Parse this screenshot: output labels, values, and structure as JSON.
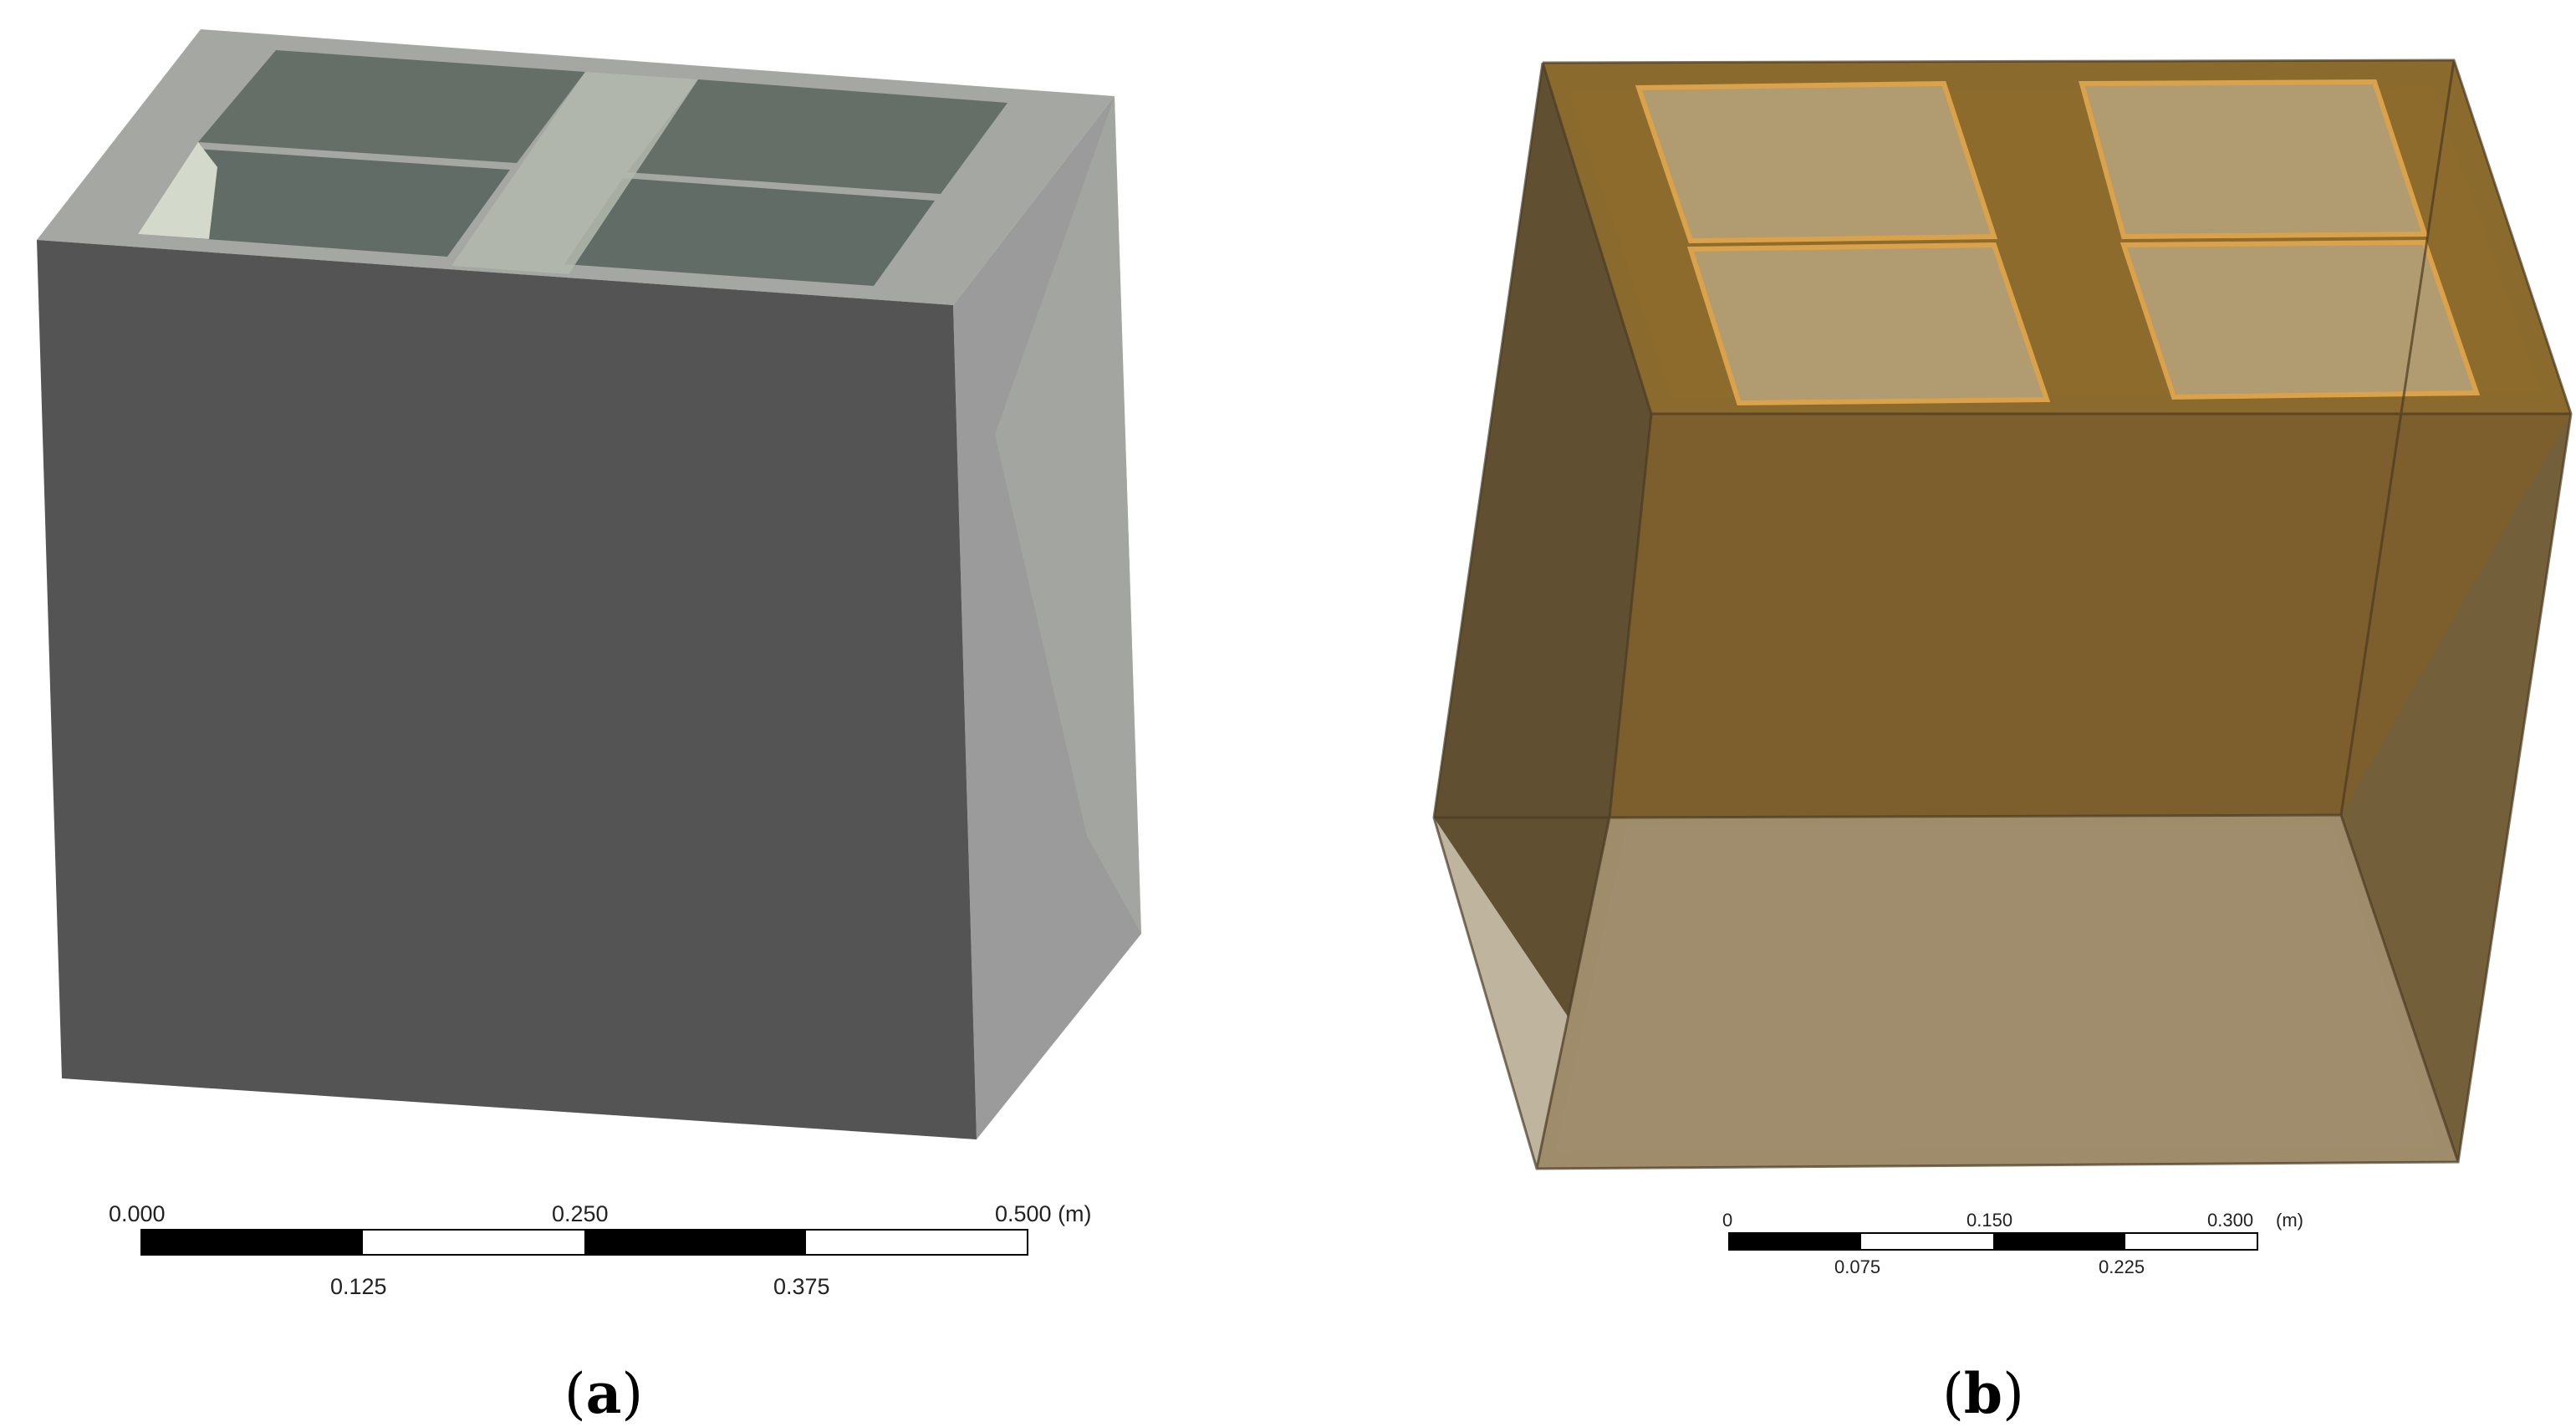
{
  "panels": [
    {
      "id": "a",
      "caption_open": "(",
      "caption_letter": "a",
      "caption_close": ")",
      "scale_bar": {
        "top_labels": [
          "0.000",
          "0.250",
          "0.500 (m)"
        ],
        "bottom_labels": [
          "0.125",
          "0.375"
        ]
      },
      "colors": {
        "front_face": "#545454",
        "side_face": "#9c9c9c",
        "top_rim": "#a4a7a2",
        "openings": "#66706a"
      }
    },
    {
      "id": "b",
      "caption_open": "(",
      "caption_letter": "b",
      "caption_close": ")",
      "scale_bar": {
        "top_labels": [
          "0",
          "0.150",
          "0.300",
          "(m)"
        ],
        "bottom_labels": [
          "0.075",
          "0.225"
        ]
      },
      "colors": {
        "back_wall": "#7e5f2e",
        "left_wall": "#5e4b2c",
        "right_wall": "#6e5631",
        "floor": "#a18e6c",
        "top_frame": "#8a6a2e",
        "vent_panels": "#b29c70",
        "vent_edges": "#d9a24b"
      }
    }
  ]
}
